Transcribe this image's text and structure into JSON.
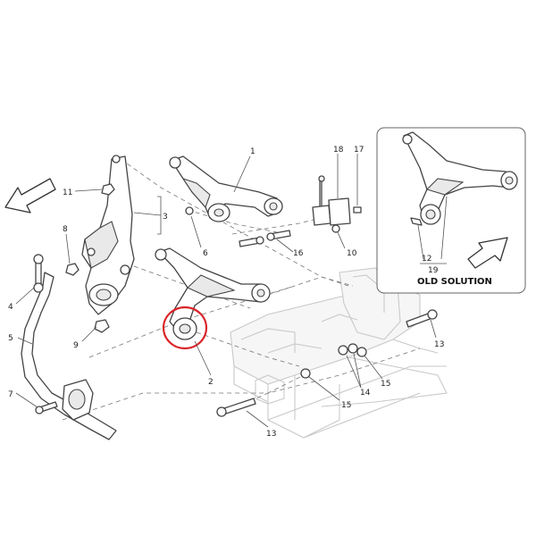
{
  "diagram": {
    "inset_label": "OLD SOLUTION",
    "highlight_color": "#d9262a",
    "callouts": {
      "c1": "1",
      "c2": "2",
      "c3": "3",
      "c4": "4",
      "c5": "5",
      "c6": "6",
      "c7": "7",
      "c8": "8",
      "c9": "9",
      "c10": "10",
      "c11": "11",
      "c12": "12",
      "c13a": "13",
      "c13b": "13",
      "c14": "14",
      "c15a": "15",
      "c15b": "15",
      "c16": "16",
      "c17": "17",
      "c18": "18",
      "c19": "19"
    }
  }
}
